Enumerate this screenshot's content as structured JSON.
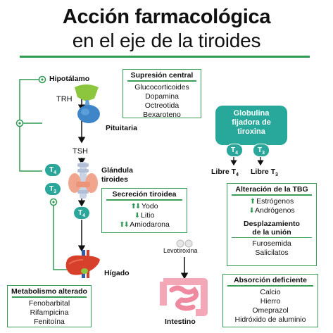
{
  "title": {
    "line1": "Acción farmacológica",
    "line2": "en el eje de la tiroides"
  },
  "organs": {
    "hypothalamus": "Hipotálamo",
    "trh": "TRH",
    "pituitary": "Pituitaria",
    "tsh": "TSH",
    "thyroid_line1": "Glándula",
    "thyroid_line2": "tiroides",
    "liver": "Hígado",
    "intestine": "Intestino",
    "levothyroxine": "Levotiroxina"
  },
  "hormones": {
    "t4": "T4",
    "t3": "T3",
    "t4_base": "T",
    "t4_sub": "4",
    "t3_base": "T",
    "t3_sub": "3"
  },
  "central_suppression": {
    "title": "Supresión central",
    "items": [
      "Glucocorticoides",
      "Dopamina",
      "Octreotida",
      "Bexaroteno"
    ]
  },
  "thyroid_secretion": {
    "title": "Secreción tiroidea",
    "items": [
      {
        "arrows": "⬆⬇",
        "label": "Yodo"
      },
      {
        "arrows": "⬇",
        "label": "Litio"
      },
      {
        "arrows": "⬆⬇",
        "label": "Amiodarona"
      }
    ]
  },
  "altered_metabolism": {
    "title": "Metabolismo alterado",
    "items": [
      "Fenobarbital",
      "Rifampicina",
      "Fenitoína"
    ]
  },
  "tbg": {
    "line1": "Globulina",
    "line2": "fijadora de",
    "line3": "tiroxina",
    "free_t4": "Libre T",
    "free_t4_sub": "4",
    "free_t3": "Libre T",
    "free_t3_sub": "3"
  },
  "tbg_alteration": {
    "title": "Alteración de la TBG",
    "items": [
      {
        "arrows": "⬆",
        "label": "Estrógenos"
      },
      {
        "arrows": "⬇",
        "label": "Andrógenos"
      }
    ],
    "union_title_line1": "Desplazamiento",
    "union_title_line2": "de la unión",
    "union_items": [
      "Furosemida",
      "Salicilatos"
    ]
  },
  "deficient_absorption": {
    "title": "Absorción deficiente",
    "items": [
      "Calcio",
      "Hierro",
      "Omeprazol",
      "Hidróxido de aluminio"
    ]
  },
  "colors": {
    "green": "#2e9a52",
    "teal": "#27a89b",
    "pituitary_blue": "#3f86c9",
    "hypothalamus_green": "#8cc63e",
    "thyroid": "#f0a58c",
    "liver": "#d7402b",
    "intestine": "#f4a7b7"
  }
}
